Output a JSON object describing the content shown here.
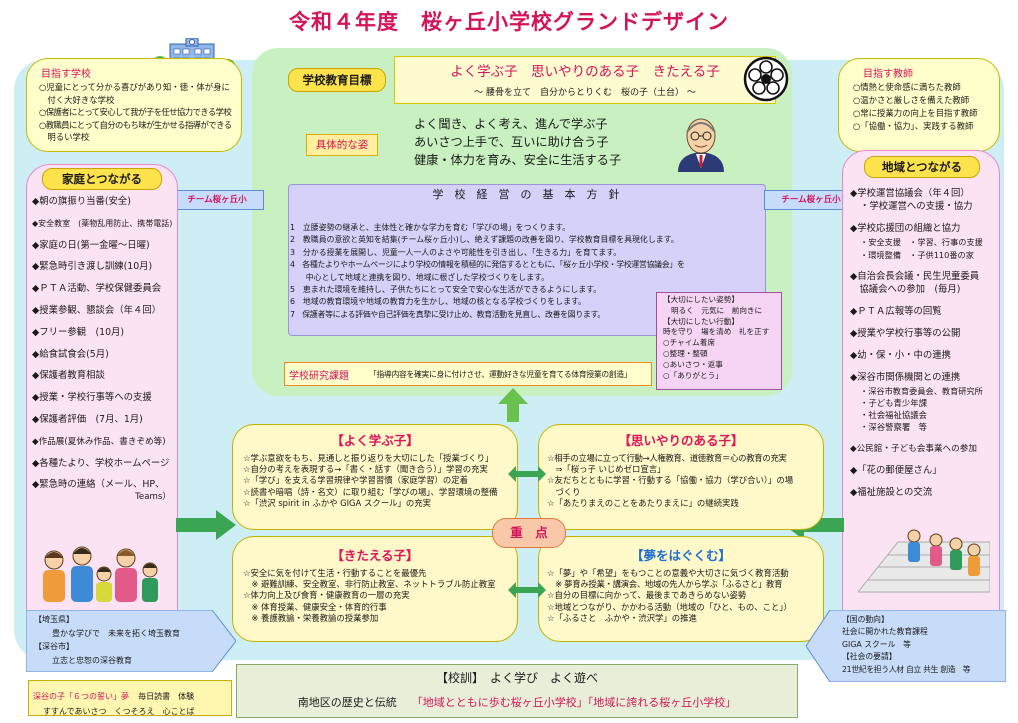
{
  "title": "令和４年度　桜ヶ丘小学校グランドデザイン",
  "goal_label": "学校教育目標",
  "goal_main": "よく学ぶ子　思いやりのある子　きたえる子",
  "goal_sub": "～ 腰骨を立て　自分からとりくむ　桜の子（土台） ～",
  "concrete_label": "具体的な姿",
  "concrete_lines": [
    "よく聞き、よく考え、進んで学ぶ子",
    "あいさつ上手で、互いに助け合う子",
    "健康・体力を育み、安全に生活する子"
  ],
  "policy_title": "学　校　経　営　の　基　本　方　針",
  "policy_items": [
    "1　立腰姿勢の継承と、主体性と確かな学力を育む「学びの場」をつくります。",
    "2　教職員の意欲と英知を結集(チーム桜ヶ丘小)し、絶えず課題の改善を図り、学校教育目標を具現化します。",
    "3　分かる授業を展開し、児童一人一人のよさや可能性を引き出し、「生きる力」を育てます。",
    "4　各種たよりやホームページにより学校の情報を積極的に発信するとともに、「桜ヶ丘小学校・学校運営協議会」を",
    "　　中心として地域と連携を図り、地域に根ざした学校づくりをします。",
    "5　恵まれた環境を維持し、子供たちにとって安全で安心な生活ができるようにします。",
    "6　地域の教育環境や地域の教育力を生かし、地域の核となる学校づくりをします。",
    "7　保護者等による評価や自己評価を真摯に受け止め、教育活動を見直し、改善を図ります。"
  ],
  "important_box": [
    "【大切にしたい姿勢】",
    "明るく　元気に　前向きに",
    "【大切にしたい行動】",
    "時を守り　場を清め　礼を正す",
    "○チャイム着席",
    "○整理・整頓",
    "○あいさつ・返事",
    "○「ありがとう」"
  ],
  "research_label": "学校研究課題",
  "research_text": "「指導内容を確実に身に付けさせ、運動好きな児童を育てる体育授業の創造」",
  "team_left": "チーム桜ヶ丘小",
  "team_right": "チーム桜ヶ丘小",
  "school_goal_title": "目指す学校",
  "school_goal_items": [
    "○児童にとって分かる喜びがあり知・徳・体が身に",
    "　付く大好きな学校",
    "○保護者にとって安心して我が子を任せ協力できる学校",
    "○教職員にとって自分のもち味が生かせる指導ができる",
    "　明るい学校"
  ],
  "teacher_goal_title": "目指す教師",
  "teacher_goal_items": [
    "○情熱と使命感に満ちた教師",
    "○温かさと厳しさを備えた教師",
    "○常に授業力の向上を目指す教師",
    "○「協働・協力」、実践する教師"
  ],
  "family_title": "家庭とつながる",
  "family_items": [
    "◆朝の旗振り当番(安全)",
    "◆安全教室　(薬物乱用防止、携帯電話)",
    "◆家庭の日(第一金曜～日曜)",
    "◆緊急時引き渡し訓練(10月)",
    "◆ＰＴＡ活動、学校保健委員会",
    "◆授業参観、懇談会（年４回）",
    "◆フリー参観　(10月)",
    "◆給食試食会(5月)",
    "◆保護者教育相談",
    "◆授業・学校行事等への支援",
    "◆保護者評価　(7月、1月)",
    "◆作品展(夏休み作品、書きぞめ等)",
    "◆各種たより、学校ホームページ",
    "◆緊急時の連絡（メール、HP、",
    "　　　　　　　　　　　　Teams）"
  ],
  "community_title": "地域とつながる",
  "community_items": [
    "◆学校運営協議会（年４回）",
    "・学校運営への支援・協力",
    "◆学校応援団の組織と協力",
    "・安全支援　・学習、行事の支援",
    "・環境整備　・子供110番の家",
    "◆自治会長会議・民生児童委員",
    "　協議会への参加　(毎月)",
    "◆ＰＴＡ広報等の回覧",
    "◆授業や学校行事等の公開",
    "◆幼・保・小・中の連携",
    "◆深谷市関係機関との連携",
    "・深谷市教育委員会、教育研究所",
    "・子ども青少年課",
    "・社会福祉協議会",
    "・深谷警察署　等",
    "◆公民館・子ども会事業への参加",
    "◆「花の郵便屋さん」",
    "◆福祉施設との交流"
  ],
  "quad_learn_title": "【よく学ぶ子】",
  "quad_learn_items": [
    "☆学ぶ意欲をもち、見通しと振り返りを大切にした「授業づくり」",
    "☆自分の考えを表現する→「書く・話す（聞き合う）」学習の充実",
    "☆「学び」を支える学習規律や学習習慣（家庭学習）の定着",
    "☆読書や暗唱（詩・名文）に取り組む「学びの場」、学習環境の整備",
    "☆「渋沢 spirit in ふかや GIGA スクール」の充実"
  ],
  "quad_kind_title": "【思いやりのある子】",
  "quad_kind_items": [
    "☆相手の立場に立って行動→人権教育、道徳教育＝心の教育の充実",
    "　⇒「桜っ子 いじめゼロ宣言」",
    "☆友だちとともに学習・行動する「協働・協力（学び合い）」の場",
    "　づくり",
    "☆「あたりまえのことをあたりまえに」の継続実践"
  ],
  "quad_strong_title": "【きたえる子】",
  "quad_strong_items": [
    "☆安全に気を付けて生活・行動することを最優先",
    "　※ 避難訓練、安全教室、非行防止教室、ネットトラブル防止教室",
    "☆体力向上及び食育・健康教育の一層の充実",
    "　※ 体育授業、健康安全・体育的行事",
    "　※ 養護教諭・栄養教諭の授業参加"
  ],
  "quad_dream_title": "【夢をはぐくむ】",
  "quad_dream_items": [
    "☆「夢」や「希望」をもつことの意義や大切さに気づく教育活動",
    "　※ 夢育み授業・講演会、地域の先人から学ぶ「ふるさと」教育",
    "☆自分の目標に向かって、最後まであきらめない姿勢",
    "☆地域とつながり、かかわる活動（地域の「ひと、もの、こと」）",
    "☆「ふるさと　ふかや・渋沢学」の推進"
  ],
  "focus_label": "重　点",
  "saitama_box": [
    "【埼玉県】",
    "豊かな学びで　未来を拓く埼玉教育",
    "【深谷市】",
    "立志と忠恕の深谷教育"
  ],
  "nation_box": [
    "【国の動向】",
    "社会に開かれた教育課程",
    "GIGA スクール　等",
    "【社会の要請】",
    "21世紀を担う人材 自立 共生 創造　等"
  ],
  "motto_label": "【校訓】　よく学び　よく遊べ",
  "motto_line_a": "南地区の歴史と伝統",
  "motto_line_b": "「地域とともに歩む桜ヶ丘小学校」「地域に誇れる桜ヶ丘小学校」",
  "vows_line1_a": "深谷の子「６つの誓い」夢",
  "vows_line1_b": "毎日読書　体験",
  "vows_line2": "すすんであいさつ　くつそろえ　心ことば"
}
